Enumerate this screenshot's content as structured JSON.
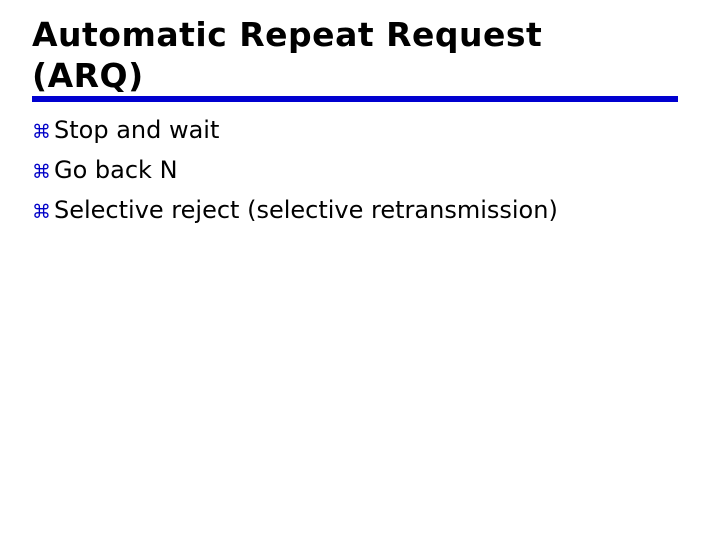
{
  "slide": {
    "background_color": "#ffffff",
    "title": "Automatic Repeat Request\n(ARQ)",
    "title_color": "#000000",
    "rule_color": "#0000d0",
    "bullet_glyph": "⌘",
    "bullet_color": "#0000c8",
    "bullets": [
      {
        "text": "Stop and wait"
      },
      {
        "text": "Go back N"
      },
      {
        "text": "Selective reject (selective retransmission)"
      }
    ]
  }
}
